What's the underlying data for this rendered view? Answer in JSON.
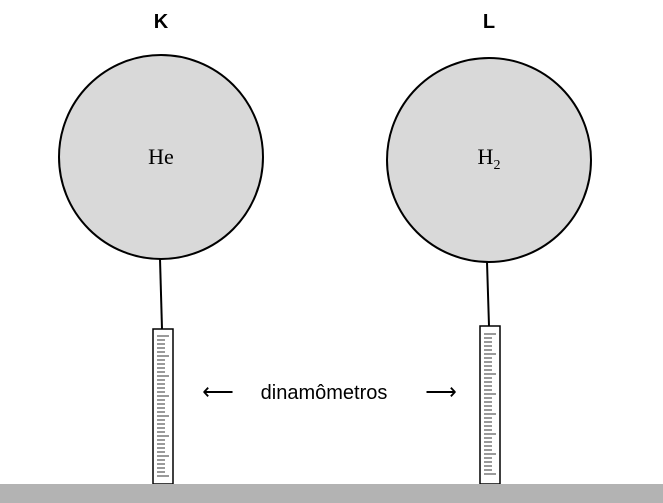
{
  "balloons": [
    {
      "label": "K",
      "gas_main": "He",
      "gas_sub": ""
    },
    {
      "label": "L",
      "gas_main": "H",
      "gas_sub": "2"
    }
  ],
  "caption": {
    "text": "dinamômetros",
    "left_arrow": "⟵",
    "right_arrow": "⟶"
  },
  "colors": {
    "balloon_fill": "#d9d9d9",
    "ground": "#b3b3b3",
    "stroke": "#000000"
  }
}
